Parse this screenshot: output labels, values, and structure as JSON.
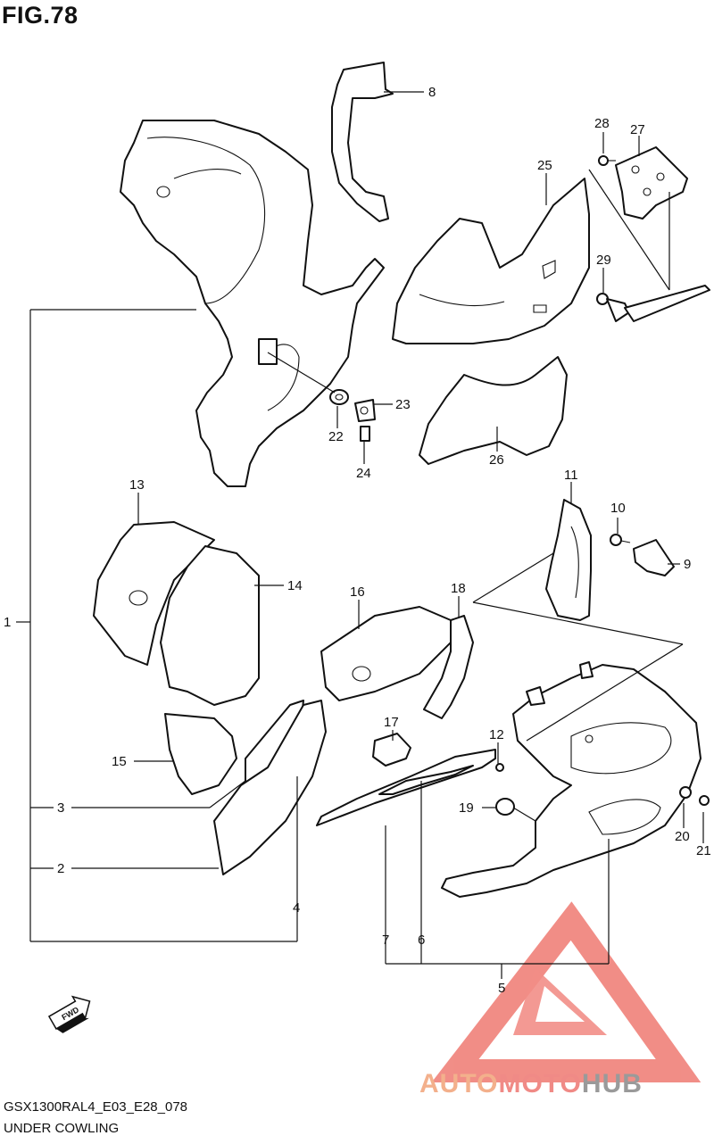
{
  "figure": {
    "title": "FIG.78",
    "model_code": "GSX1300RAL4_E03_E28_078",
    "section_name": "UNDER COWLING"
  },
  "callouts": {
    "c1": "1",
    "c2": "2",
    "c3": "3",
    "c4": "4",
    "c5": "5",
    "c6": "6",
    "c7": "7",
    "c8": "8",
    "c9": "9",
    "c10": "10",
    "c11": "11",
    "c12": "12",
    "c13": "13",
    "c14": "14",
    "c15": "15",
    "c16": "16",
    "c17": "17",
    "c18": "18",
    "c19": "19",
    "c20": "20",
    "c21": "21",
    "c22": "22",
    "c23": "23",
    "c24": "24",
    "c25": "25",
    "c26": "26",
    "c27": "27",
    "c28": "28",
    "c29": "29"
  },
  "fwd_label": "FWD",
  "watermark": {
    "part1": "AUTO",
    "part2": "MOTO",
    "part3": "HUB",
    "color_auto": "#f3b08c",
    "color_moto": "#f08a86",
    "color_hub": "#9a9a9a",
    "logo_color": "#ef7a72"
  }
}
